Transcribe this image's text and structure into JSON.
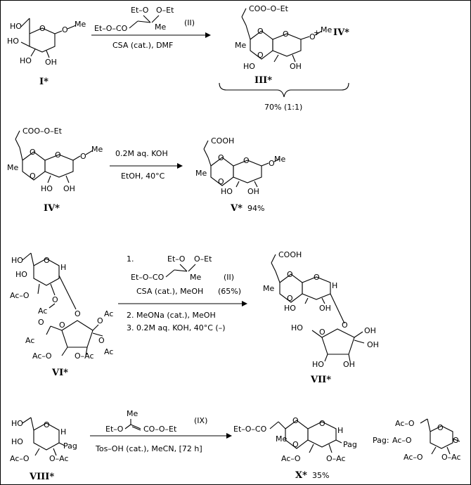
{
  "row1": {
    "start_label": "I*",
    "reagent_II": "Et–O–CO",
    "reagent_II_top_et": "Et–O",
    "reagent_II_top_oet": "O–Et",
    "reagent_II_me": "Me",
    "reagent_tag": "(II)",
    "conditions": "CSA (cat.), DMF",
    "product_label": "III*",
    "plus": "+",
    "byproduct": "IV*",
    "yield_text": "70% (1:1)",
    "ester_top": "COO–O–Et"
  },
  "row2": {
    "start_label": "IV*",
    "ester_top": "COO–O–Et",
    "reagent": "0.2M aq. KOH",
    "conditions": "EtOH, 40°C",
    "product_top": "COOH",
    "product_label": "V*",
    "product_yield": "94%"
  },
  "row3": {
    "start_label": "VI*",
    "step1_num": "1.",
    "step1_top_et": "Et–O",
    "step1_top_oet": "O–Et",
    "step1_reagent": "Et–O–CO",
    "step1_me": "Me",
    "step1_tag": "(II)",
    "step1_conditions": "CSA (cat.), MeOH",
    "step1_yield": "(65%)",
    "step2": "2. MeONa (cat.), MeOH",
    "step3": "3. 0.2M aq. KOH, 40°C (–)",
    "product_top": "COOH",
    "product_label": "VII*"
  },
  "row4": {
    "start_label": "VIII*",
    "reagent_me": "Me",
    "reagent_left": "Et–O",
    "reagent_right": "CO–O–Et",
    "reagent_tag": "(IX)",
    "conditions": "Tos–OH (cat.), MeCN, [72 h]",
    "product_prefix": "Et–O–CO",
    "product_label": "X*",
    "product_yield": "35%",
    "pag_label": "Pag:"
  },
  "atoms": {
    "HO": "HO",
    "OH": "OH",
    "O": "O",
    "Me": "Me",
    "H": "H",
    "Ac": "Ac",
    "AcO": "Ac–O",
    "OAc": "O–Ac",
    "Pag": "Pag"
  }
}
